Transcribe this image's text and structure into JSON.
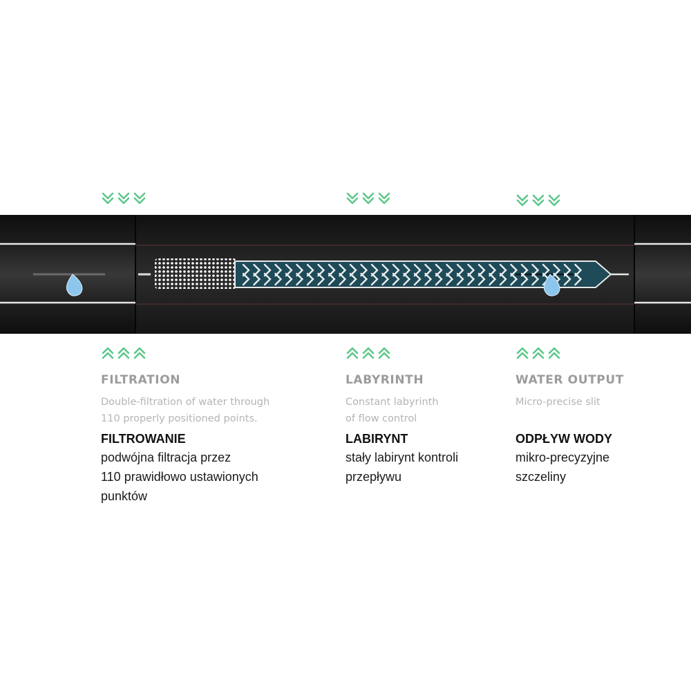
{
  "colors": {
    "tube_dark": "#121212",
    "tube_light": "#3a3a3a",
    "labyrinth_fill": "#1f4a58",
    "arrow_green": "#5cc88a",
    "drop_blue": "#8cc6ec"
  },
  "icons": {
    "down_arrows": "double-chevron-down-icon",
    "up_arrows": "double-chevron-up-icon",
    "drop": "water-drop-icon"
  },
  "sections": [
    {
      "title_en": "FILTRATION",
      "desc_en": [
        "Double-filtration of water through",
        "110 properly positioned points."
      ],
      "title_pl": "FILTROWANIE",
      "desc_pl": [
        "podwójna filtracja przez",
        "110 prawidłowo ustawionych",
        "punktów"
      ]
    },
    {
      "title_en": "LABYRINTH",
      "desc_en": [
        "Constant labyrinth",
        "of flow control"
      ],
      "title_pl": "LABIRYNT",
      "desc_pl": [
        "stały labirynt kontroli",
        "przepływu"
      ]
    },
    {
      "title_en": "WATER OUTPUT",
      "desc_en": [
        "Micro-precise slit"
      ],
      "title_pl": "ODPŁYW WODY",
      "desc_pl": [
        "mikro-precyzyjne",
        "szczeliny"
      ]
    }
  ]
}
